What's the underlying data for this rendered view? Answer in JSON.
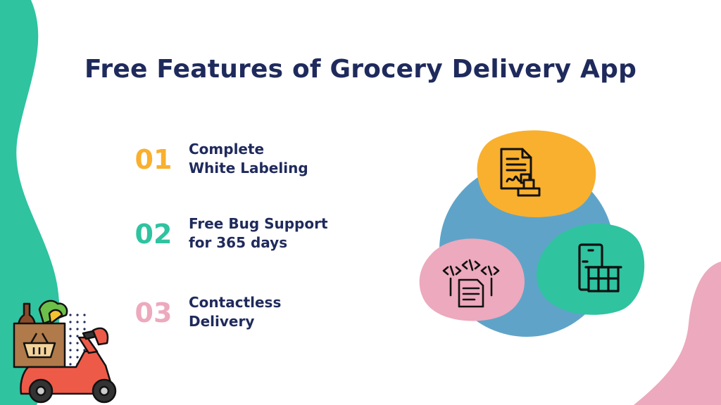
{
  "title": "Free Features of Grocery Delivery App",
  "colors": {
    "title": "#1f2a5c",
    "teal": "#2fc3a0",
    "yellow": "#f9b02e",
    "pink": "#eda9bd",
    "blue": "#5fa4c8",
    "scooter_red": "#ee5a48"
  },
  "features": [
    {
      "number": "01",
      "line1": "Complete",
      "line2": "White Labeling",
      "color": "#f9b02e"
    },
    {
      "number": "02",
      "line1": "Free Bug Support",
      "line2": "for 365 days",
      "color": "#2fc3a0"
    },
    {
      "number": "03",
      "line1": "Contactless",
      "line2": "Delivery",
      "color": "#eda9bd"
    }
  ],
  "icons": [
    "certificate-stamp-icon",
    "code-document-icon",
    "mobile-shop-icon",
    "grocery-scooter-icon"
  ]
}
